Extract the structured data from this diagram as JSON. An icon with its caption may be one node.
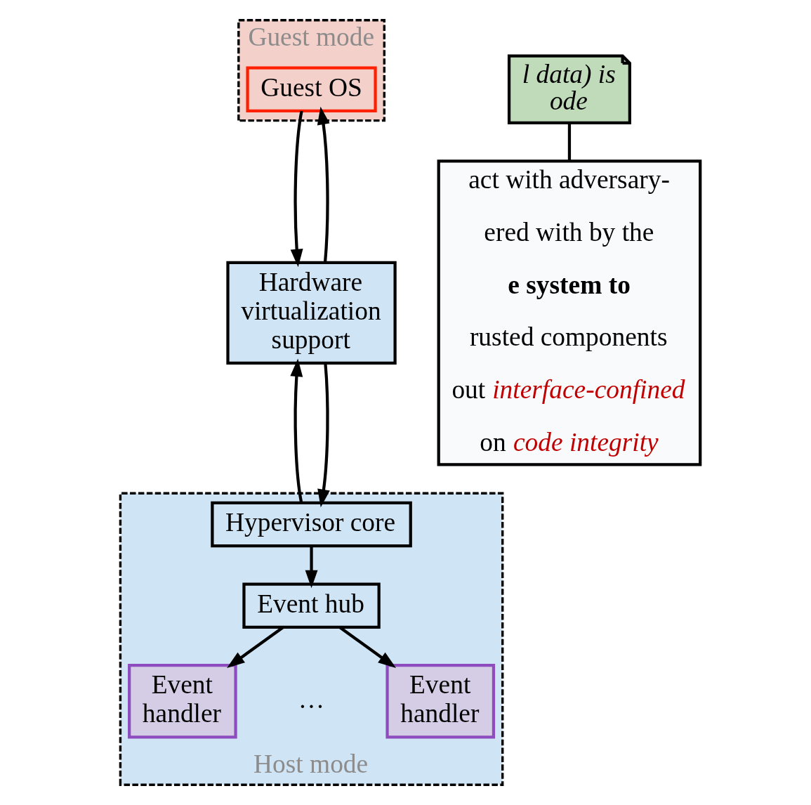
{
  "diagram": {
    "nodes": [
      {
        "text": [
          "Guest mode"
        ]
      },
      {
        "text": [
          "Guest OS"
        ],
        "in": 0
      },
      {
        "text": [
          "Hardware virtualization support"
        ]
      },
      {
        "text": [
          "Host mode"
        ]
      },
      {
        "text": [
          "Hypervisor core"
        ],
        "in": 3
      },
      {
        "text": [
          "Event hub"
        ],
        "in": 3
      },
      {
        "text": [
          "Event handler"
        ],
        "in": 3
      },
      {
        "text": [
          "Event handler"
        ],
        "in": 3
      },
      {
        "text": [
          "l data) is ode"
        ]
      },
      {
        "text": [
          "act with adversary-",
          "ered with by the",
          "e system to",
          "rusted components",
          "out *interface-confined*",
          "on *code integrity*"
        ]
      }
    ],
    "edges": [
      {
        "from": 2,
        "to": 1,
        "arrow": "to"
      },
      {
        "from": 1,
        "to": 2,
        "arrow": "to"
      },
      {
        "from": 4,
        "to": 2,
        "arrow": "to"
      },
      {
        "from": 2,
        "to": 4,
        "arrow": "to"
      },
      {
        "from": 4,
        "to": 5,
        "arrow": "to"
      },
      {
        "from": 5,
        "to": 6,
        "arrow": "to"
      },
      {
        "from": 5,
        "to": 7,
        "arrow": "to"
      },
      {
        "from": 8,
        "to": 9,
        "arrow": "none"
      }
    ],
    "labels": [
      "…"
    ]
  }
}
